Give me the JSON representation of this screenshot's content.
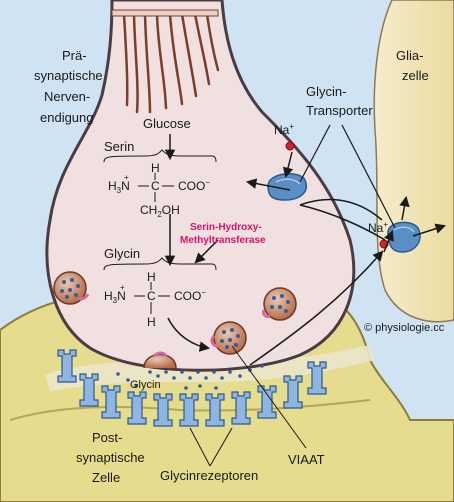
{
  "labels": {
    "presynaptic_1": "Prä-",
    "presynaptic_2": "synaptische",
    "presynaptic_3": "Nerven-",
    "presynaptic_4": "endigung",
    "glia_1": "Glia-",
    "glia_2": "zelle",
    "transporter_1": "Glycin-",
    "transporter_2": "Transporter",
    "glucose": "Glucose",
    "serin": "Serin",
    "glycin_name": "Glycin",
    "enzyme_1": "Serin-Hydroxy-",
    "enzyme_2": "Methyltransferase",
    "copyright": "© physiologie.cc",
    "cleft_glycin": "Glycin",
    "postsynaptic_1": "Post-",
    "postsynaptic_2": "synaptische",
    "postsynaptic_3": "Zelle",
    "receptors": "Glycinrezeptoren",
    "viaat": "VIAAT",
    "na1": "Na",
    "na2": "Na",
    "plus": "+"
  },
  "formulas": {
    "serin_h3n": "H",
    "serin_n": "N",
    "sub3": "3",
    "plus": "+",
    "h_top": "H",
    "c": "C",
    "coo": "COO",
    "minus": "−",
    "ch2oh": "CH",
    "sub2": "2",
    "oh": "OH",
    "glycin_h3n": "H",
    "glycin_n": "N",
    "h_bottom": "H"
  },
  "colors": {
    "background": "#cfe3f3",
    "terminal_fill": "#f0e0df",
    "terminal_outline": "#4d3b44",
    "postsynaptic_fill": "#e6dc8e",
    "glia_fill": "#f2e6b4",
    "transporter_blue": "#5a8fc6",
    "enzyme_pink": "#d6126f",
    "axon_brown": "#7a3e2a"
  },
  "icons": [
    "arrow-icon",
    "sodium-ion-icon",
    "vesicle-icon",
    "receptor-icon",
    "transporter-icon"
  ]
}
